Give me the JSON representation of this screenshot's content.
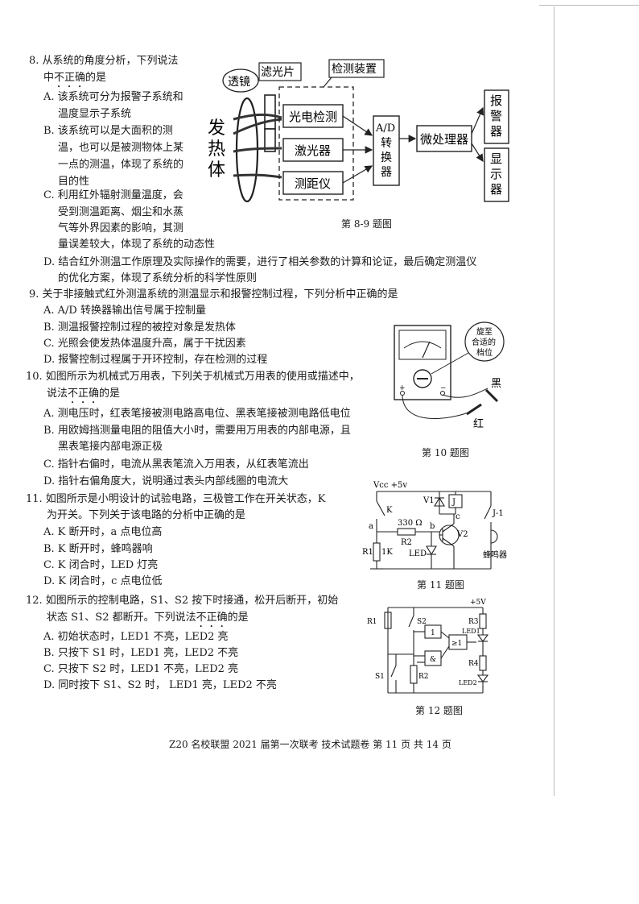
{
  "q8": {
    "stem1": "8. 从系统的角度分析，下列说法",
    "stem2_a": "中",
    "stem2_em": "不正确",
    "stem2_b": "的是",
    "optA1": "A. 该系统可分为报警子系统和",
    "optA2": "温度显示子系统",
    "optB1": "B. 该系统可以是大面积的测",
    "optB2": "温，也可以是被测物体上某",
    "optB3": "一点的测温，体现了系统的",
    "optB4": "目的性",
    "optC1": "C. 利用红外辐射测量温度，会",
    "optC2": "受到测温距离、烟尘和水蒸",
    "optC3": "气等外界因素的影响，其测",
    "optC4": "量误差较大，体现了系统的动态性",
    "optD1": "D. 结合红外测温工作原理及实际操作的需要，进行了相关参数的计算和论证，最后确定测温仪",
    "optD2": "的优化方案，体现了系统分析的科学性原则"
  },
  "fig89": {
    "lens": "透镜",
    "filter": "滤光片",
    "detector": "检测装置",
    "photo": "光电检测",
    "laser": "激光器",
    "range": "测距仪",
    "ad": [
      "A/D",
      "转",
      "换",
      "器"
    ],
    "cpu": "微处理器",
    "alarm": [
      "报",
      "警",
      "器"
    ],
    "display": [
      "显",
      "示",
      "器"
    ],
    "heat": [
      "发",
      "热",
      "体"
    ],
    "caption": "第 8-9 题图"
  },
  "q9": {
    "stem": "9. 关于非接触式红外测温系统的测温显示和报警控制过程，下列分析中正确的是",
    "optA": "A. A/D 转换器输出信号属于控制量",
    "optB": "B. 测温报警控制过程的被控对象是发热体",
    "optC": "C. 光照会使发热体温度升高，属于干扰因素",
    "optD": "D. 报警控制过程属于开环控制，存在检测的过程"
  },
  "q10": {
    "stem1": "10. 如图所示为机械式万用表，下列关于机械式万用表的使用或描述中，",
    "stem2_a": "说法",
    "stem2_em": "不正确",
    "stem2_b": "的是",
    "optA": "A. 测电压时，红表笔接被测电路高电位、黑表笔接被测电路低电位",
    "optB1": "B. 用欧姆挡测量电阻的阻值大小时，需要用万用表的内部电源，且",
    "optB2": "黑表笔接内部电源正极",
    "optC": "C. 指针右偏时，电流从黑表笔流入万用表，从红表笔流出",
    "optD": "D. 指针右偏角度大，说明通过表头内部线圈的电流大"
  },
  "fig10": {
    "bubble": [
      "旋至",
      "合适的",
      "档位"
    ],
    "black": "黑",
    "red": "红",
    "plus": "+",
    "minus": "−",
    "caption": "第 10 题图"
  },
  "q11": {
    "stem1": "11. 如图所示是小明设计的试验电路，三极管工作在开关状态，K",
    "stem2": "为开关。下列关于该电路的分析中正确的是",
    "optA": "A. K 断开时，a 点电位高",
    "optB": "B. K 断开时，蜂鸣器响",
    "optC": "C. K 闭合时，LED 灯亮",
    "optD": "D. K 闭合时，c 点电位低"
  },
  "fig11": {
    "vcc": "Vcc +5v",
    "k": "K",
    "v1": "V1",
    "j": "J",
    "j1": "J-1",
    "r2val": "330 Ω",
    "r2": "R2",
    "a": "a",
    "b": "b",
    "c": "c",
    "v2": "V2",
    "led": "LED",
    "r1": "R1",
    "r1val": "1K",
    "buzzer": "蜂鸣器",
    "caption": "第 11 题图"
  },
  "q12": {
    "stem1": "12. 如图所示的控制电路，S1、S2 按下时接通，松开后断开，初始",
    "stem2_a": "状态 S1、S2 都断开。下列说法",
    "stem2_em": "不正确",
    "stem2_b": "的是",
    "optA": "A. 初始状态时，LED1 不亮，LED2 亮",
    "optB": "B. 只按下 S1 时，LED1 亮，LED2 不亮",
    "optC": "C. 只按下 S2 时，LED1 不亮，LED2 亮",
    "optD": "D. 同时按下 S1、S2 时，  LED1 亮，LED2 不亮"
  },
  "fig12": {
    "vcc": "+5V",
    "r1": "R1",
    "s2": "S2",
    "r3": "R3",
    "g1": "1",
    "g2": "≥1",
    "g3": "&",
    "led1": "LED1",
    "r4": "R4",
    "s1": "S1",
    "r2": "R2",
    "led2": "LED2",
    "caption": "第 12 题图"
  },
  "footer": "Z20 名校联盟 2021 届第一次联考 技术试题卷  第 11 页 共 14 页"
}
